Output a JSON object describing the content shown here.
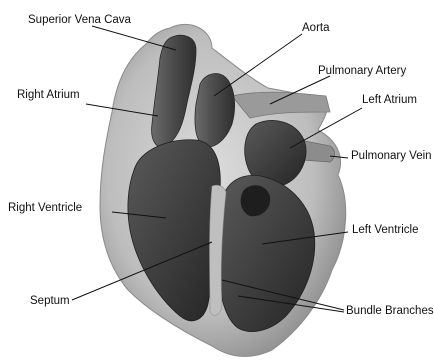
{
  "labels": {
    "superior_vena_cava": "Superior Vena Cava",
    "aorta": "Aorta",
    "pulmonary_artery": "Pulmonary Artery",
    "right_atrium": "Right Atrium",
    "left_atrium": "Left Atrium",
    "pulmonary_vein": "Pulmonary Vein",
    "right_ventricle": "Right Ventricle",
    "left_ventricle": "Left Ventricle",
    "septum": "Septum",
    "bundle_branches": "Bundle Branches"
  },
  "colors": {
    "outer_wall": "#c9c9c9",
    "outer_wall_edge": "#8a8a8a",
    "chamber_dark": "#2e2e2e",
    "chamber_mid": "#545454",
    "vessel_light": "#a8a8a8"
  }
}
